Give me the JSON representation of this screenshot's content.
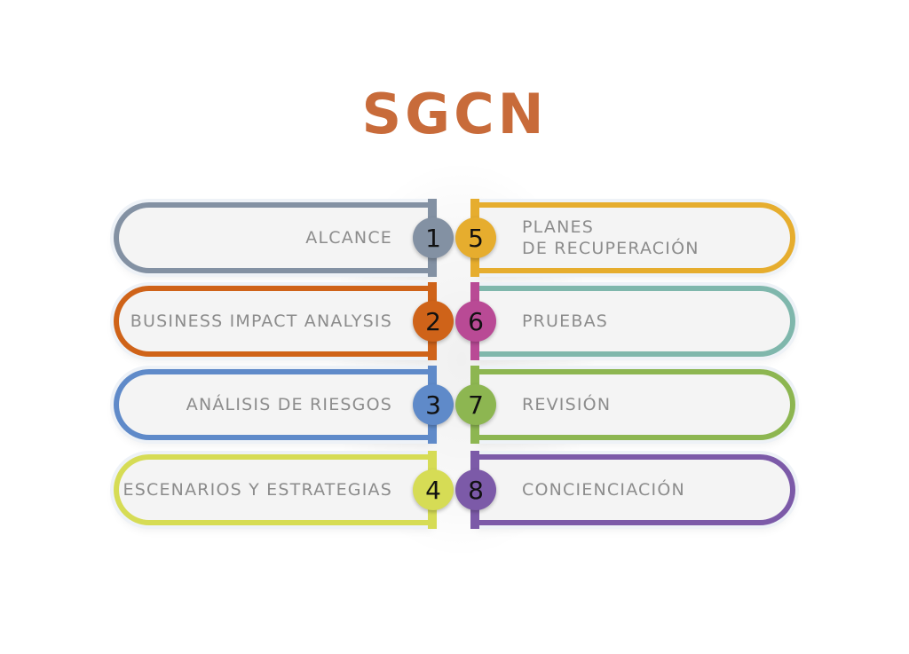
{
  "title": {
    "text": "SGCN",
    "color": "#c86b3a"
  },
  "items": [
    {
      "number": "1",
      "lines": [
        "ALCANCE"
      ],
      "color": "#8391a3"
    },
    {
      "number": "2",
      "lines": [
        "BUSINESS IMPACT ANALYSIS"
      ],
      "color": "#cf6319"
    },
    {
      "number": "3",
      "lines": [
        "ANÁLISIS DE RIESGOS"
      ],
      "color": "#5f8ac9"
    },
    {
      "number": "4",
      "lines": [
        "ESCENARIOS Y ESTRATEGIAS"
      ],
      "color": "#d6dc55"
    },
    {
      "number": "5",
      "lines": [
        "PLANES",
        "DE RECUPERACIÓN"
      ],
      "color": "#e6ad2e"
    },
    {
      "number": "6",
      "lines": [
        "PRUEBAS"
      ],
      "color": "#b94a95"
    },
    {
      "number": "7",
      "lines": [
        "REVISIÓN"
      ],
      "color": "#8db651"
    },
    {
      "number": "8",
      "lines": [
        "CONCIENCIACIÓN"
      ],
      "color": "#7c5aa8"
    }
  ],
  "right_border_colors": [
    "#e6ad2e",
    "#7fb7ac",
    "#8db651",
    "#7c5aa8"
  ]
}
